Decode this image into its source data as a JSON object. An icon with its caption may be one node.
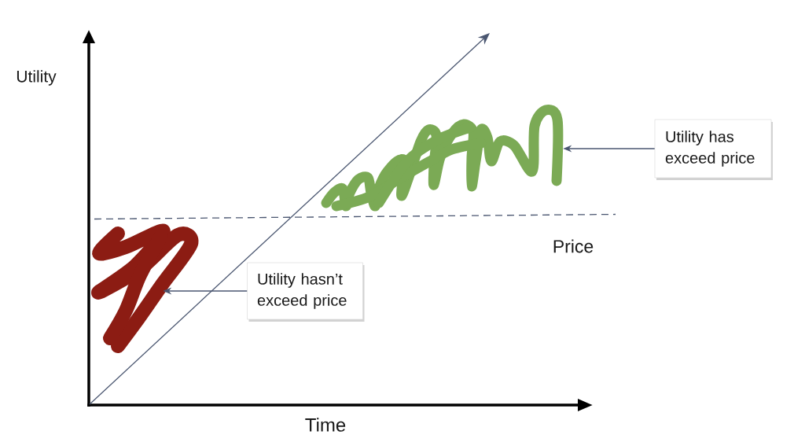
{
  "diagram": {
    "nodes": [
      {
        "text": [],
        "shape": "scribble"
      },
      {
        "text": [
          "Utility has exceed price"
        ]
      },
      {
        "text": [],
        "shape": "scribble"
      },
      {
        "text": [
          "Utility hasn’t exceed price"
        ]
      }
    ],
    "edges": [
      {
        "from": 1,
        "to": 0,
        "arrow": "to"
      },
      {
        "from": 3,
        "to": 2,
        "arrow": "to"
      }
    ],
    "labels": [
      "Utility",
      "Price",
      "Time"
    ]
  }
}
